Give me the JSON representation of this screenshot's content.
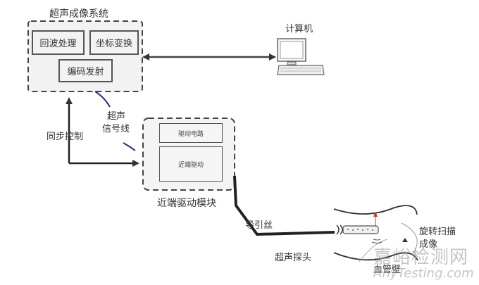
{
  "imaging_system": {
    "title": "超声成像系统",
    "blocks": [
      "回波处理",
      "坐标变换",
      "编码发射"
    ]
  },
  "computer": {
    "label": "计算机"
  },
  "signal_line": {
    "label_line1": "超声",
    "label_line2": "信号线"
  },
  "sync_control": {
    "label": "同步控制"
  },
  "near_drive_module": {
    "title": "近端驱动模块",
    "blocks": [
      "驱动电路",
      "近端驱动"
    ]
  },
  "guide_wire": {
    "label": "导引丝"
  },
  "probe": {
    "label": "超声探头"
  },
  "scan": {
    "label_line1": "旋转扫描",
    "label_line2": "成像"
  },
  "vessel_wall": {
    "label": "血管壁"
  },
  "watermark": {
    "cn": "嘉峪检测网",
    "en": "AnyTesting.com"
  },
  "colors": {
    "line": "#333333",
    "signal_line": "#2a2a7a",
    "probe_arrow": "#c0392b"
  }
}
